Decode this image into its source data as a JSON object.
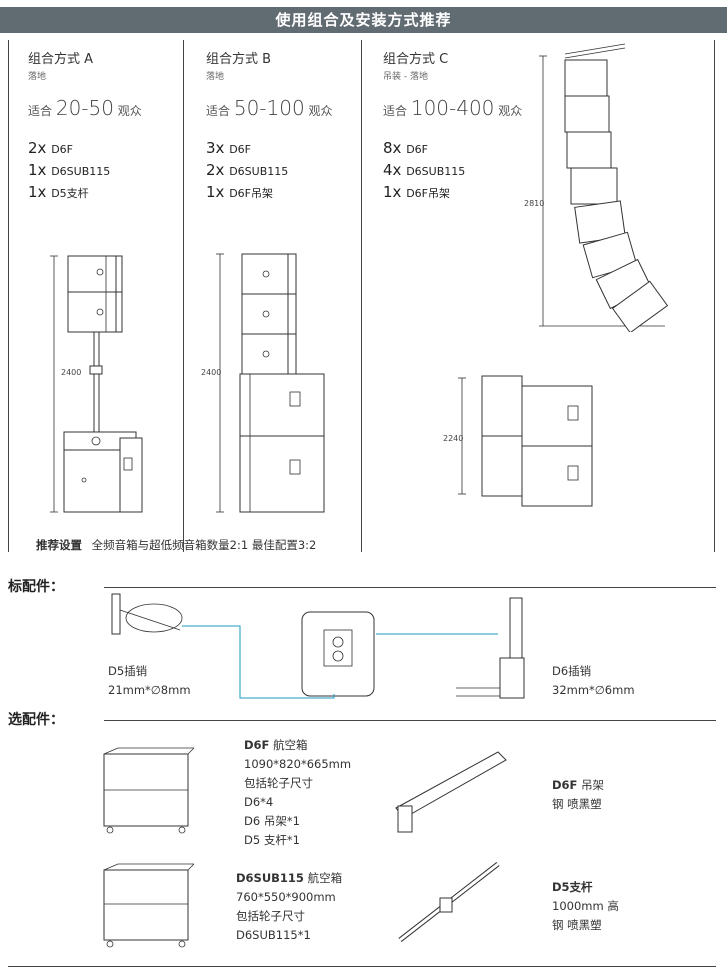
{
  "banner": {
    "title": "使用组合及安装方式推荐"
  },
  "configs": [
    {
      "title": "组合方式 A",
      "subtitle": "落地",
      "audience_prefix": "适合",
      "audience_range": "20-50",
      "audience_suffix": "观众",
      "items": [
        {
          "qty": "2x",
          "name": "D6F"
        },
        {
          "qty": "1x",
          "name": "D6SUB115"
        },
        {
          "qty": "1x",
          "name": "D5支杆"
        }
      ],
      "height_label": "2400"
    },
    {
      "title": "组合方式 B",
      "subtitle": "落地",
      "audience_prefix": "适合",
      "audience_range": "50-100",
      "audience_suffix": "观众",
      "items": [
        {
          "qty": "3x",
          "name": "D6F"
        },
        {
          "qty": "2x",
          "name": "D6SUB115"
        },
        {
          "qty": "1x",
          "name": "D6F吊架"
        }
      ],
      "height_label": "2400"
    },
    {
      "title": "组合方式 C",
      "subtitle": "吊装 - 落地",
      "audience_prefix": "适合",
      "audience_range": "100-400",
      "audience_suffix": "观众",
      "items": [
        {
          "qty": "8x",
          "name": "D6F"
        },
        {
          "qty": "4x",
          "name": "D6SUB115"
        },
        {
          "qty": "1x",
          "name": "D6F吊架"
        }
      ],
      "height_label": "2810",
      "height_label_2": "2240"
    }
  ],
  "recommendation": {
    "label": "推荐设置",
    "text": "全频音箱与超低频音箱数量2:1 最佳配置3:2"
  },
  "standard_accessories": {
    "heading": "标配件：",
    "left": {
      "name": "D5插销",
      "spec": "21mm*∅8mm"
    },
    "right": {
      "name": "D6插销",
      "spec": "32mm*∅6mm"
    }
  },
  "optional_accessories": {
    "heading": "选配件：",
    "case1": {
      "name": "D6F",
      "suffix": "航空箱",
      "lines": [
        "1090*820*665mm",
        "包括轮子尺寸",
        "D6*4",
        "D6 吊架*1",
        "D5 支杆*1"
      ]
    },
    "case2": {
      "name": "D6SUB115",
      "suffix": "航空箱",
      "lines": [
        "760*550*900mm",
        "包括轮子尺寸",
        "D6SUB115*1"
      ]
    },
    "bracket": {
      "name": "D6F",
      "suffix": "吊架",
      "desc": "钢 喷黑塑"
    },
    "pole": {
      "name": "D5支杆",
      "line1": "1000mm 高",
      "desc": "钢 喷黑塑"
    }
  }
}
